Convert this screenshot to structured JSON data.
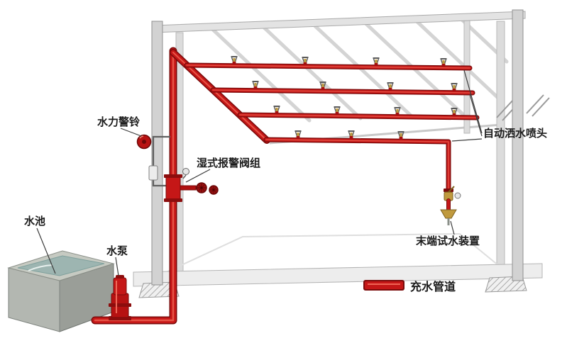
{
  "labels": {
    "hydraulic_alarm_bell": "水力警铃",
    "wet_alarm_valve_group": "湿式报警阀组",
    "water_pool": "水池",
    "water_pump": "水泵",
    "auto_sprinkler_heads": "自动洒水喷头",
    "end_test_device": "末端试水装置",
    "water_filled_pipe_legend": "充水管道"
  },
  "colors": {
    "pipe_red": "#c51717",
    "pipe_dark_red": "#7a0b0b",
    "pipe_highlight": "#ef6454",
    "structure_gray": "#d2d2d2",
    "water_teal": "#9db5b1",
    "concrete_gray": "#b3b7b1",
    "brass_gold": "#c09a3e",
    "label_text": "#1b1b1b",
    "background": "#ffffff"
  },
  "icons": {
    "sprinkler_head": "sprinkler-head-icon",
    "alarm_bell": "alarm-bell-icon",
    "handwheel": "handwheel-icon",
    "pressure_gauge": "pressure-gauge-icon",
    "funnel": "funnel-icon",
    "pump": "pump-icon"
  }
}
